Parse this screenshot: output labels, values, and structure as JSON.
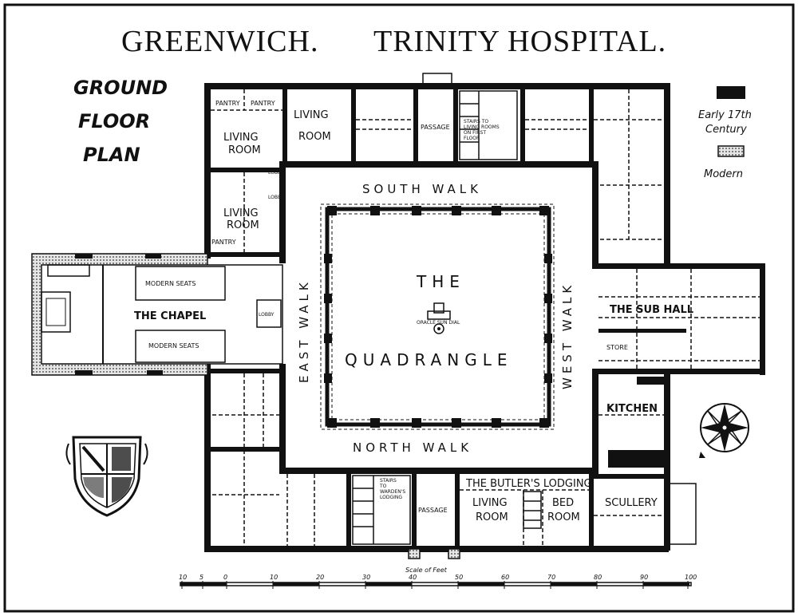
{
  "title": {
    "left": "GREENWICH.",
    "right": "TRINITY HOSPITAL."
  },
  "side_label": [
    "GROUND",
    "FLOOR",
    "PLAN"
  ],
  "legend": {
    "early_line1": "Early 17th",
    "early_line2": "Century",
    "modern": "Modern",
    "early_color": "#111111",
    "modern_color": "#bdbdbd"
  },
  "rooms": {
    "pantry_1": "PANTRY",
    "pantry_2": "PANTRY",
    "living_room_nw_1": "LIVING",
    "living_room_nw_2": "ROOM",
    "living_room_n_1": "LIVING",
    "living_room_n_2": "ROOM",
    "living_room_w_1": "LIVING",
    "living_room_w_2": "ROOM",
    "pantry_3": "PANTRY",
    "lobby_1": "LOBBY",
    "lobby_2": "LOBBY",
    "lobby_chapel": "LOBBY",
    "passage_n": "PASSAGE",
    "stairs_n_1": "STAIRS TO",
    "stairs_n_2": "LIVING ROOMS",
    "stairs_n_3": "ON FIRST",
    "stairs_n_4": "FLOOR",
    "modern_seats_1": "MODERN SEATS",
    "modern_seats_2": "MODERN SEATS",
    "chapel": "THE CHAPEL",
    "sub_hall": "THE SUB HALL",
    "store": "STORE",
    "kitchen": "KITCHEN",
    "butlers_lodging": "THE BUTLER'S LODGING",
    "living_room_s_1": "LIVING",
    "living_room_s_2": "ROOM",
    "bed_room_1": "BED",
    "bed_room_2": "ROOM",
    "scullery": "SCULLERY",
    "passage_s": "PASSAGE",
    "stairs_s_1": "STAIRS",
    "stairs_s_2": "TO",
    "stairs_s_3": "WARDEN'S",
    "stairs_s_4": "LODGING",
    "oracle_sundial": "ORACLE SUN DIAL"
  },
  "walks": {
    "south": "SOUTH WALK",
    "north": "NORTH WALK",
    "east": "EAST WALK",
    "west": "WEST WALK"
  },
  "quadrangle": {
    "the": "THE",
    "name": "QUADRANGLE"
  },
  "scale": {
    "label": "Scale of Feet",
    "ticks": [
      "10",
      "5",
      "0",
      "10",
      "20",
      "30",
      "40",
      "50",
      "60",
      "70",
      "80",
      "90",
      "100"
    ]
  }
}
